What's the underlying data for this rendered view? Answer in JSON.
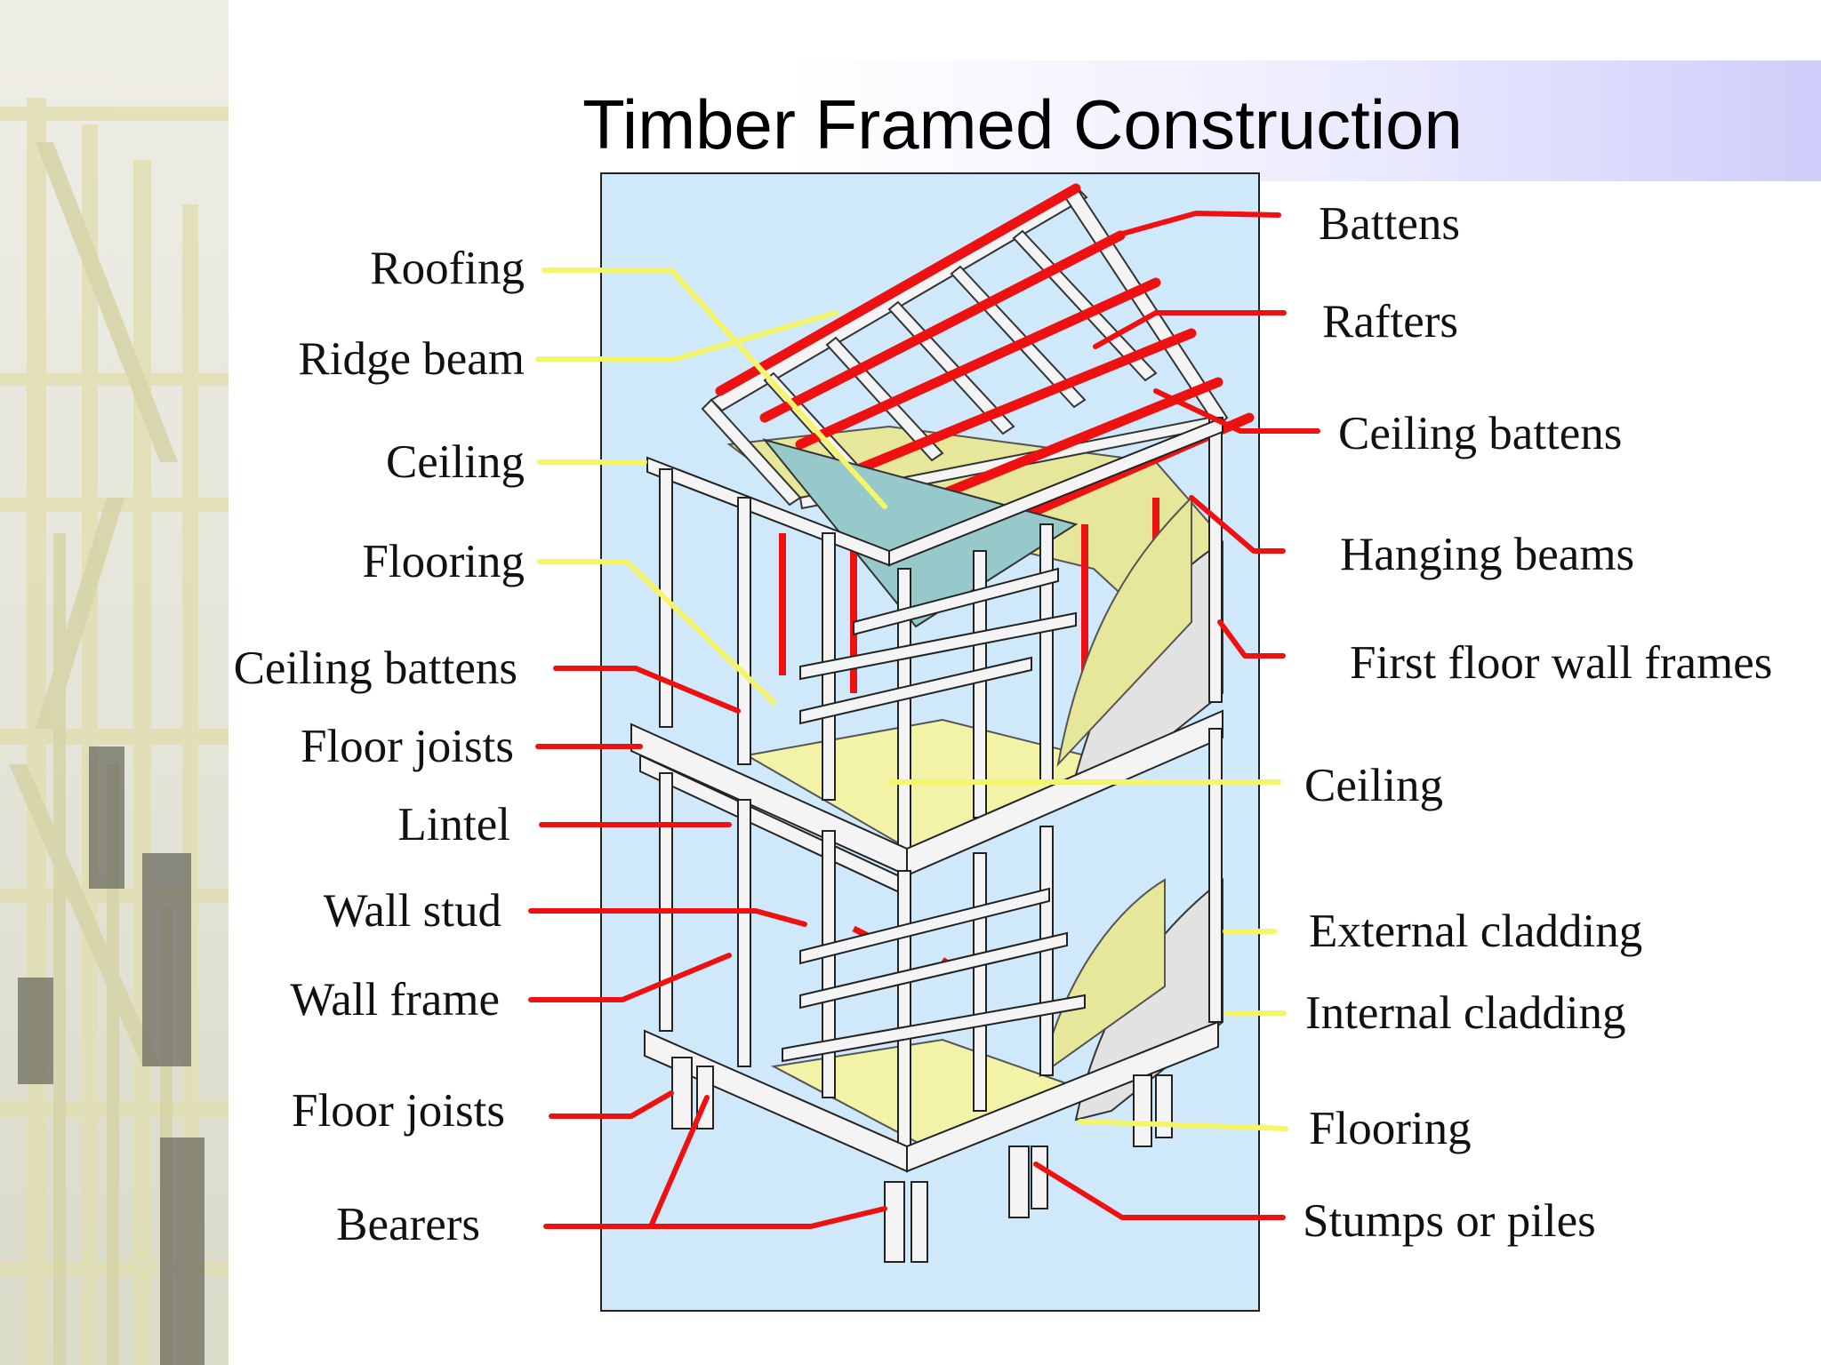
{
  "title": "Timber Framed Construction",
  "colors": {
    "panel": "#cfe9fb",
    "leader_red": "#ee1111",
    "leader_yellow": "#f5f56a",
    "insulation": "#e6e79a",
    "roofing_sheet": "#97c9ca",
    "frame": "#f2f2f2",
    "cladding": "#e2e2e2"
  },
  "labels_left": [
    {
      "id": "roofing",
      "text": "Roofing",
      "leader": "yellow"
    },
    {
      "id": "ridge-beam",
      "text": "Ridge beam",
      "leader": "yellow"
    },
    {
      "id": "ceiling",
      "text": "Ceiling",
      "leader": "yellow"
    },
    {
      "id": "flooring",
      "text": "Flooring",
      "leader": "yellow"
    },
    {
      "id": "ceiling-battens",
      "text": "Ceiling battens",
      "leader": "red"
    },
    {
      "id": "floor-joists-upper",
      "text": "Floor joists",
      "leader": "red"
    },
    {
      "id": "lintel",
      "text": "Lintel",
      "leader": "red"
    },
    {
      "id": "wall-stud",
      "text": "Wall stud",
      "leader": "red"
    },
    {
      "id": "wall-frame",
      "text": "Wall frame",
      "leader": "red"
    },
    {
      "id": "floor-joists-lower",
      "text": "Floor joists",
      "leader": "red"
    },
    {
      "id": "bearers",
      "text": "Bearers",
      "leader": "red"
    }
  ],
  "labels_right": [
    {
      "id": "battens",
      "text": "Battens",
      "leader": "red"
    },
    {
      "id": "rafters",
      "text": "Rafters",
      "leader": "red"
    },
    {
      "id": "ceiling-battens-right",
      "text": "Ceiling battens",
      "leader": "red"
    },
    {
      "id": "hanging-beams",
      "text": "Hanging beams",
      "leader": "red"
    },
    {
      "id": "first-floor-wall-frames",
      "text": "First floor wall frames",
      "leader": "red"
    },
    {
      "id": "ceiling-right",
      "text": "Ceiling",
      "leader": "yellow"
    },
    {
      "id": "external-cladding",
      "text": "External cladding",
      "leader": "yellow"
    },
    {
      "id": "internal-cladding",
      "text": "Internal cladding",
      "leader": "yellow"
    },
    {
      "id": "flooring-right",
      "text": "Flooring",
      "leader": "yellow"
    },
    {
      "id": "stumps-or-piles",
      "text": "Stumps or piles",
      "leader": "red"
    }
  ]
}
